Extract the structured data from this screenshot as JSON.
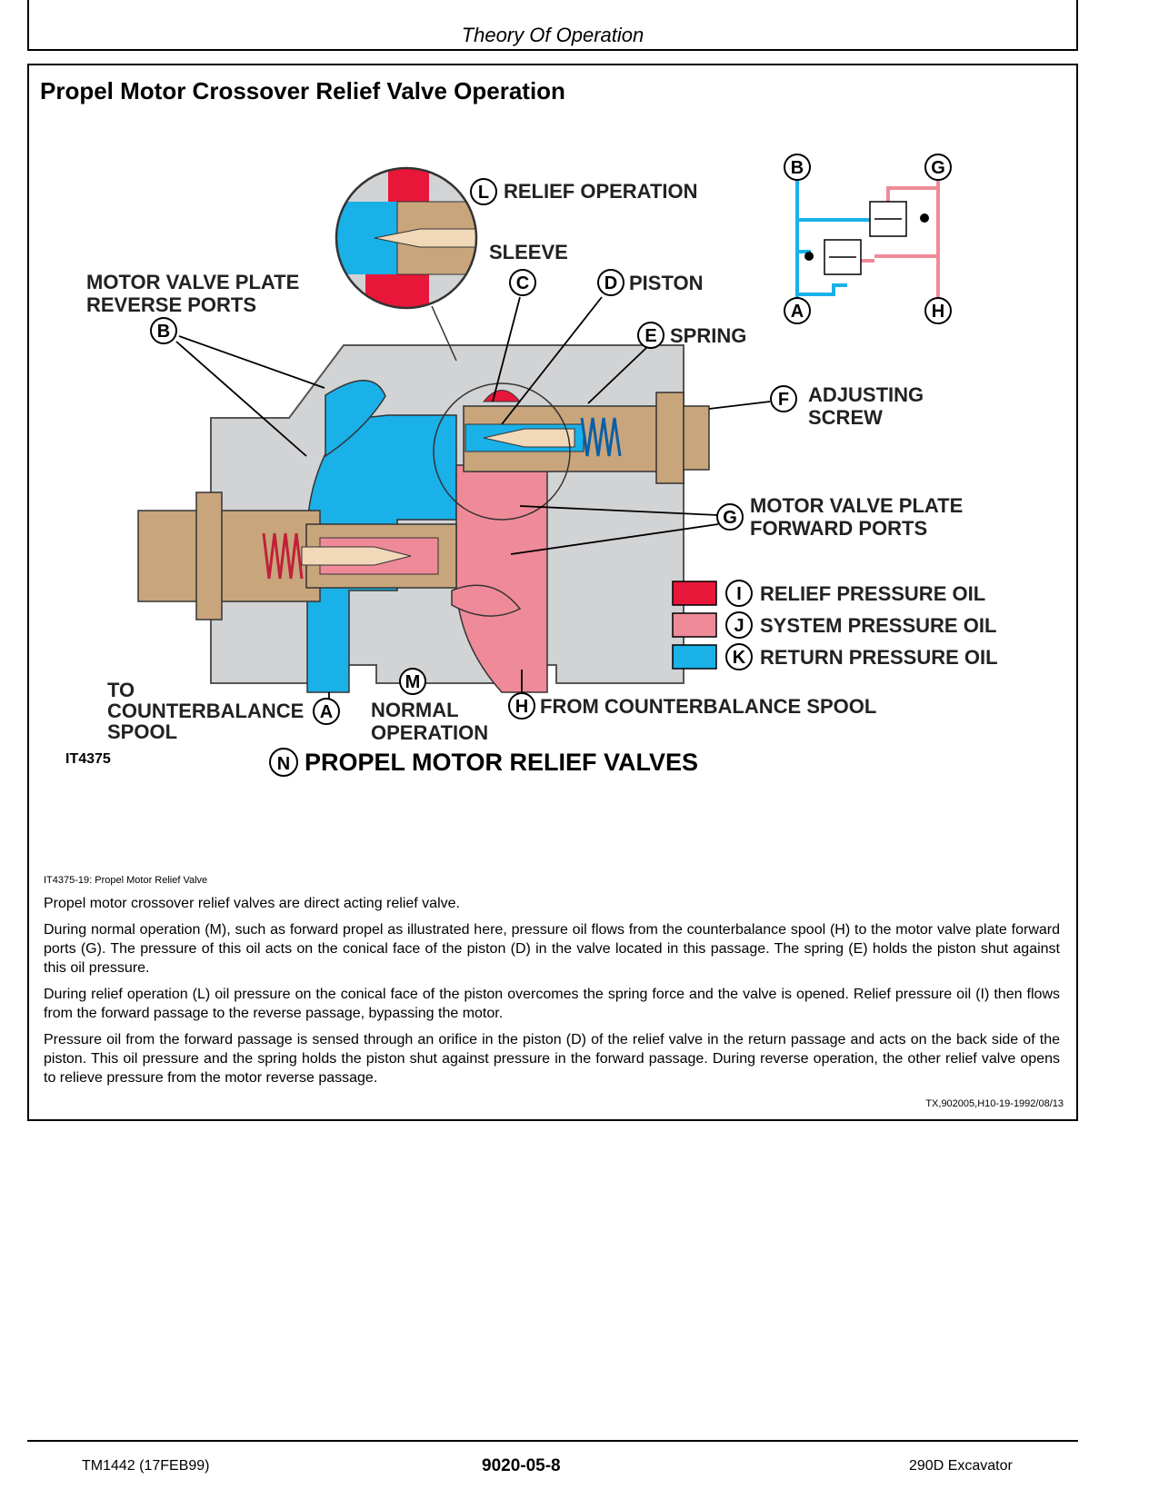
{
  "header": {
    "title": "Theory Of Operation"
  },
  "section": {
    "title": "Propel Motor Crossover Relief Valve Operation"
  },
  "figure": {
    "id": "IT4375",
    "main_title": "PROPEL MOTOR RELIEF VALVES",
    "labels": {
      "relief_operation": "RELIEF OPERATION",
      "sleeve": "SLEEVE",
      "piston": "PISTON",
      "spring": "SPRING",
      "adjusting_screw_1": "ADJUSTING",
      "adjusting_screw_2": "SCREW",
      "reverse_ports_1": "MOTOR VALVE PLATE",
      "reverse_ports_2": "REVERSE PORTS",
      "forward_ports_1": "MOTOR VALVE PLATE",
      "forward_ports_2": "FORWARD PORTS",
      "to_cb_1": "TO",
      "to_cb_2": "COUNTERBALANCE",
      "to_cb_3": "SPOOL",
      "normal_1": "NORMAL",
      "normal_2": "OPERATION",
      "from_cb": "FROM COUNTERBALANCE SPOOL"
    },
    "letters": {
      "A": "A",
      "B": "B",
      "C": "C",
      "D": "D",
      "E": "E",
      "F": "F",
      "G": "G",
      "H": "H",
      "I": "I",
      "J": "J",
      "K": "K",
      "L": "L",
      "M": "M",
      "N": "N"
    },
    "legend": [
      {
        "letter": "I",
        "label": "RELIEF PRESSURE OIL",
        "color": "#e8173a"
      },
      {
        "letter": "J",
        "label": "SYSTEM PRESSURE OIL",
        "color": "#ef8a98"
      },
      {
        "letter": "K",
        "label": "RETURN PRESSURE OIL",
        "color": "#1ab0e8"
      }
    ],
    "colors": {
      "body": "#d2d3d5",
      "valve": "#c9a57c",
      "return": "#1ab0e8",
      "system": "#ef8a98",
      "relief": "#e8173a"
    }
  },
  "caption": "IT4375-19: Propel Motor Relief Valve",
  "paragraphs": [
    "Propel motor crossover relief valves are direct acting relief valve.",
    "During normal operation (M), such as forward propel as illustrated here, pressure oil flows from the counterbalance spool (H) to the motor valve plate forward ports (G). The pressure of this oil acts on the conical face of the piston (D) in the valve located in this passage. The spring (E) holds the piston shut against this oil pressure.",
    "During relief operation (L) oil pressure on the conical face of the piston overcomes the spring force and the valve is opened. Relief pressure oil (I) then flows from the forward passage to the reverse passage, bypassing the motor.",
    "Pressure oil from the forward passage is sensed through an orifice in the piston (D) of the relief valve in the return passage and acts on the back side of the piston. This oil pressure and the spring holds the piston shut against pressure in the forward passage. During reverse operation, the other relief valve opens to relieve pressure from the motor reverse passage."
  ],
  "ref_code": "TX,902005,H10-19-1992/08/13",
  "footer": {
    "left": "TM1442 (17FEB99)",
    "center": "9020-05-8",
    "right": "290D Excavator"
  }
}
